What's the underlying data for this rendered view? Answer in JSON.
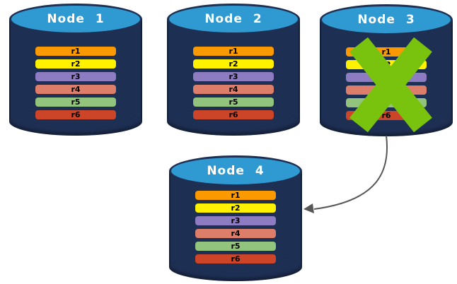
{
  "colors": {
    "background": "#FFFFFF",
    "cylinder_body": "#1E2F54",
    "cylinder_top": "#2F9AD2",
    "node_label": "#FFFFFF",
    "row_label": "#000000",
    "failure_x": "#79C20E",
    "arrow": "#575757"
  },
  "row_colors": {
    "r1": "#FB9900",
    "r2": "#FFF100",
    "r3": "#8E7CC3",
    "r4": "#DD7E6B",
    "r5": "#93C47D",
    "r6": "#CC4528"
  },
  "nodes": [
    {
      "label": "Node 1",
      "failed": false,
      "rows": [
        "r1",
        "r2",
        "r3",
        "r4",
        "r5",
        "r6"
      ]
    },
    {
      "label": "Node 2",
      "failed": false,
      "rows": [
        "r1",
        "r2",
        "r3",
        "r4",
        "r5",
        "r6"
      ]
    },
    {
      "label": "Node 3",
      "failed": true,
      "rows": [
        "r1",
        "r2",
        "r3",
        "r4",
        "r5",
        "r6"
      ]
    },
    {
      "label": "Node 4",
      "failed": false,
      "rows": [
        "r1",
        "r2",
        "r3",
        "r4",
        "r5",
        "r6"
      ]
    }
  ],
  "arrow": {
    "from": "Node 3",
    "to": "Node 4"
  }
}
